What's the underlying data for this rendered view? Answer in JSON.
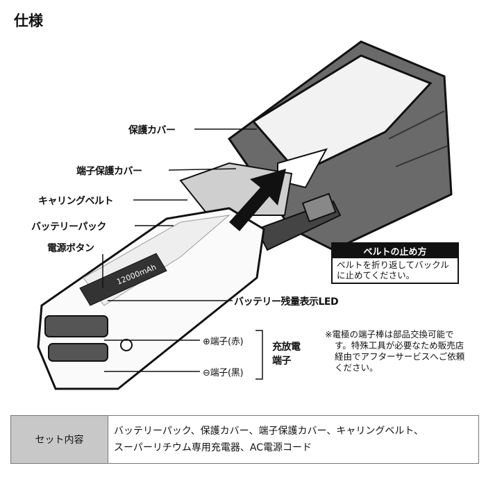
{
  "title": "仕様",
  "labels": {
    "protective_cover": "保護カバー",
    "terminal_cover": "端子保護カバー",
    "carrying_belt": "キャリングベルト",
    "battery_pack": "バッテリーパック",
    "power_button": "電源ボタン",
    "battery_led": "バッテリー残量表示LED",
    "terminal_plus": "⊕端子(赤)",
    "terminal_minus": "⊖端子(黒)",
    "charge_terminal_line1": "充放電",
    "charge_terminal_line2": "端子",
    "capacity_print": "12000mAh"
  },
  "belt_note": {
    "heading": "ベルトの止め方",
    "body": "ベルトを折り返してバックルに止めてください。"
  },
  "footnote": "※電極の端子棒は部品交換可能です。特殊工具が必要なため販売店経由でアフターサービスへご依頼ください。",
  "spec_table": {
    "header": "セット内容",
    "value_line1": "バッテリーパック、保護カバー、端子保護カバー、キャリングベルト、",
    "value_line2": "スーパーリチウム専用充電器、AC電源コード"
  }
}
